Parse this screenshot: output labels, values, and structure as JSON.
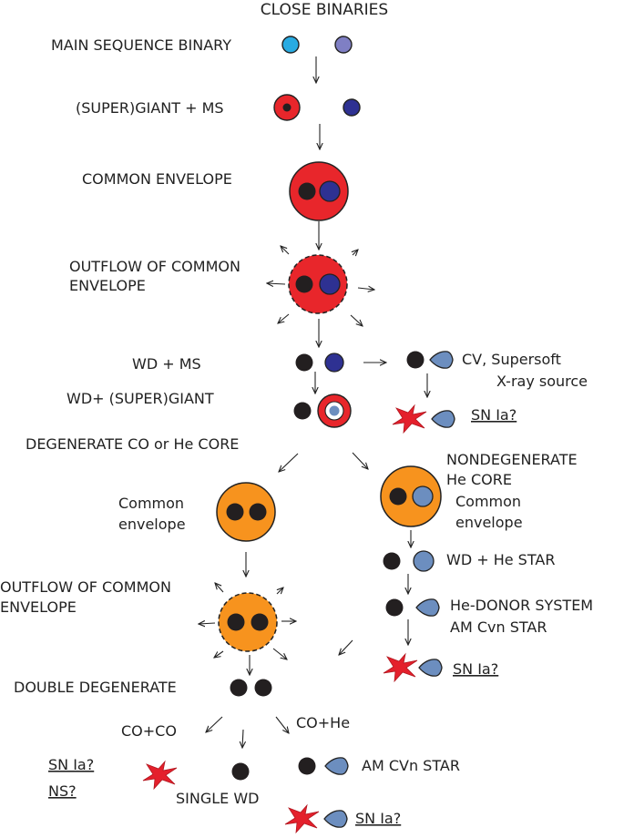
{
  "title": "CLOSE BINARIES",
  "colors": {
    "red": "#e8262b",
    "orange": "#f7931e",
    "dark_blue": "#2e3192",
    "light_blue": "#6c8ebf",
    "cyan": "#29abe2",
    "lavender": "#7f7fc4",
    "black": "#231f20",
    "star_red": "#e4202c"
  },
  "labels": {
    "ms_binary": "MAIN SEQUENCE BINARY",
    "supergiant_ms": "(SUPER)GIANT + MS",
    "common_envelope": "COMMON ENVELOPE",
    "outflow_1a": "OUTFLOW OF COMMON",
    "outflow_1b": "ENVELOPE",
    "wd_ms": "WD + MS",
    "wd_supergiant": "WD+ (SUPER)GIANT",
    "cv_1": "CV, Supersoft",
    "cv_2": "X-ray source",
    "sn_ia_1": "SN Ia?",
    "degenerate_core": "DEGENERATE  CO or He CORE",
    "nondeg_1": "NONDEGENERATE",
    "nondeg_2": "He CORE",
    "nondeg_3": "Common",
    "nondeg_4": "envelope",
    "ce_left_1": "Common",
    "ce_left_2": "envelope",
    "outflow_2a": "OUTFLOW OF COMMON",
    "outflow_2b": "ENVELOPE",
    "wd_he_star": "WD + He STAR",
    "he_donor_1": "He-DONOR SYSTEM",
    "he_donor_2": "AM Cvn STAR",
    "sn_ia_2": "SN Ia?",
    "double_degenerate": "DOUBLE DEGENERATE",
    "co_co": "CO+CO",
    "co_he": "CO+He",
    "sn_ia_3": "SN Ia?",
    "ns": "NS?",
    "single_wd": "SINGLE WD",
    "am_cvn": "AM CVn STAR",
    "sn_ia_4": "SN Ia?"
  }
}
